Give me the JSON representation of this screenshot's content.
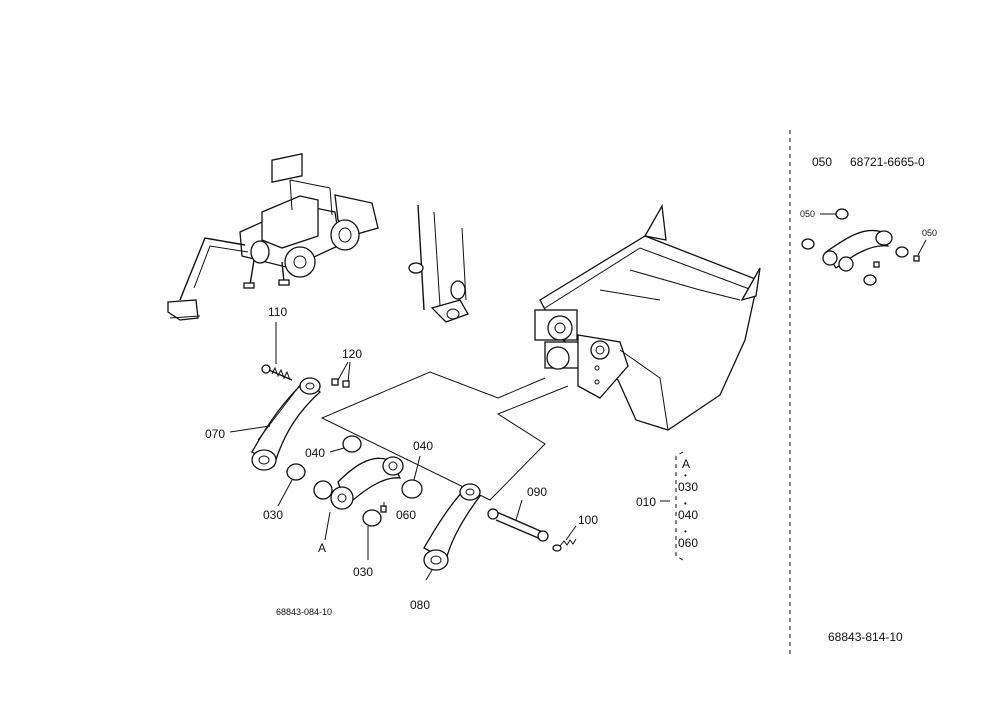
{
  "callouts": {
    "c110": "110",
    "c120": "120",
    "c070": "070",
    "c040a": "040",
    "c040b": "040",
    "c030a": "030",
    "c030b": "030",
    "c060": "060",
    "cA": "A",
    "c090": "090",
    "c100": "100",
    "c080": "080",
    "c010": "010"
  },
  "assembly_list": [
    "A",
    "030",
    "040",
    "060"
  ],
  "assembly_dots": [
    "•",
    "•",
    "•"
  ],
  "figure_code_main": "68843-084-10",
  "sidebar": {
    "header_ref": "050",
    "header_part_number": "68721-6665-0",
    "callout_left": "050",
    "callout_right": "050",
    "figure_code": "68843-814-10"
  }
}
